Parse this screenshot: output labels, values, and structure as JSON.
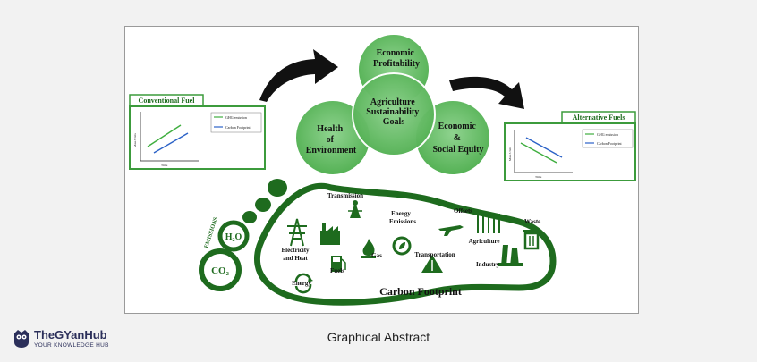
{
  "diagram": {
    "goals": {
      "top": [
        "Economic",
        "Profitability"
      ],
      "center": [
        "Agriculture",
        "Sustainability",
        "Goals"
      ],
      "left": [
        "Health",
        "of",
        "Environment"
      ],
      "right": [
        "Economic",
        "&",
        "Social Equity"
      ]
    },
    "conventional": {
      "title": "Conventional Fuel",
      "legend": [
        "GHG emission",
        "Carbon Footprint"
      ],
      "ylabel": "Mass Units",
      "xlabel": "Time"
    },
    "alternative": {
      "title": "Alternative Fuels",
      "legend": [
        "GHG emission",
        "Carbon Footprint"
      ],
      "ylabel": "Mass Units",
      "xlabel": "Time"
    },
    "emissions": {
      "label": "EMISSIONS",
      "h2o": "H₂O",
      "co2": "CO₂"
    },
    "footprint": {
      "title": "Carbon Footprint",
      "items": {
        "transmission": "Transmission",
        "energy_emissions": [
          "Energy",
          "Emissions"
        ],
        "offsets": "Offsets",
        "waste": "Waste",
        "electricity": [
          "Electricity",
          "and Heat"
        ],
        "gas": "Gas",
        "transportation": "Transportation",
        "agriculture": "Agriculture",
        "fuels": "Fuels",
        "energy": "Energy",
        "industry": "Industry"
      }
    },
    "colors": {
      "dark_green": "#1e6b1e",
      "light_green": "#7cc57c",
      "title_green": "#3c9b3c",
      "line_green": "#3fae3f",
      "line_blue": "#2b62c7"
    }
  },
  "caption": "Graphical Abstract",
  "brand": {
    "name": "TheGYanHub",
    "tagline": "YOUR KNOWLEDGE HUB",
    "icon": "owl-logo-icon"
  }
}
